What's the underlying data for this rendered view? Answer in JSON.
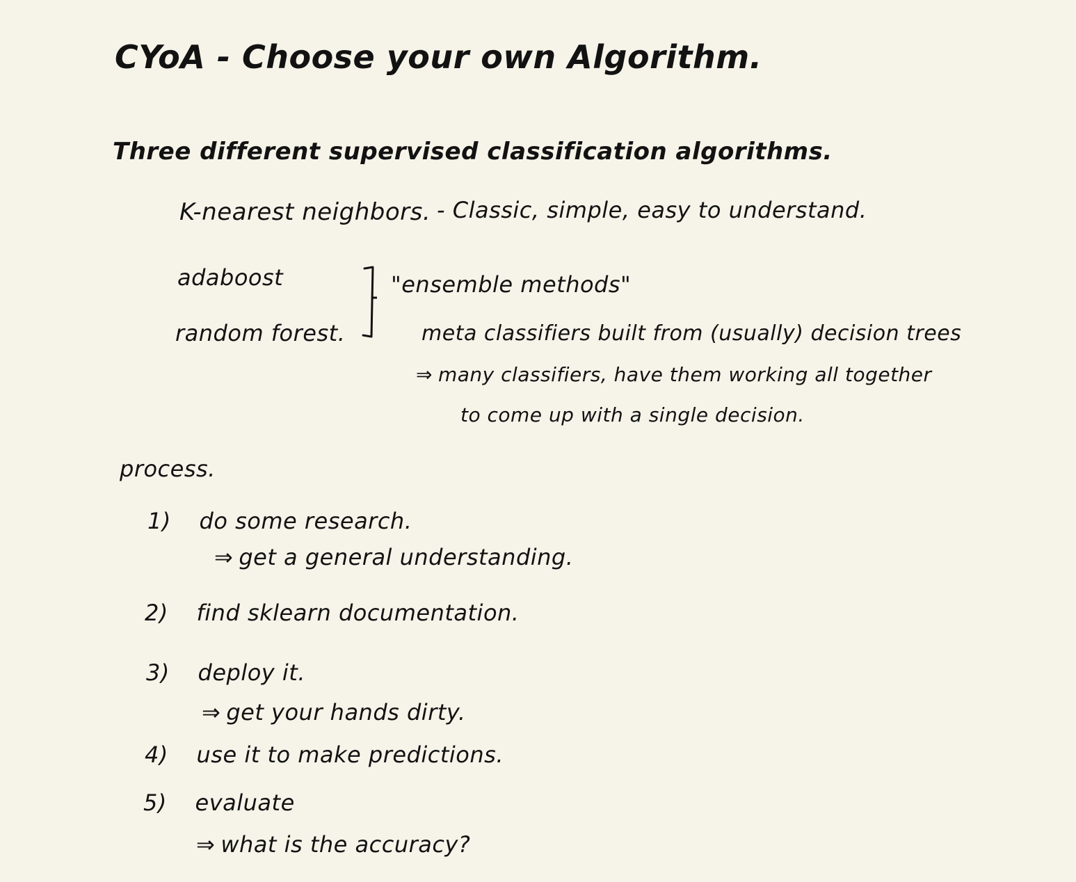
{
  "title": "CYoA - Choose your own Algorithm.",
  "intro": "Three different supervised classification algorithms.",
  "knn": {
    "name": "K-nearest neighbors.",
    "desc": "- Classic, simple, easy to understand."
  },
  "ensemble": {
    "adaboost": "adaboost",
    "random_forest": "random forest.",
    "label": "\"ensemble methods\"",
    "meta": "meta classifiers built from (usually) decision trees",
    "many": "many classifiers, have them working all together",
    "single": "to come up with a single decision."
  },
  "process": {
    "heading": "process.",
    "steps": [
      {
        "num": "1)",
        "text": "do some research.",
        "sub": "get a general understanding."
      },
      {
        "num": "2)",
        "text": "find sklearn documentation."
      },
      {
        "num": "3)",
        "text": "deploy it.",
        "sub": "get your hands dirty."
      },
      {
        "num": "4)",
        "text": "use it to make predictions."
      },
      {
        "num": "5)",
        "text": "evaluate",
        "sub": "what is the accuracy?"
      }
    ]
  },
  "arrow_glyph": "⇒"
}
